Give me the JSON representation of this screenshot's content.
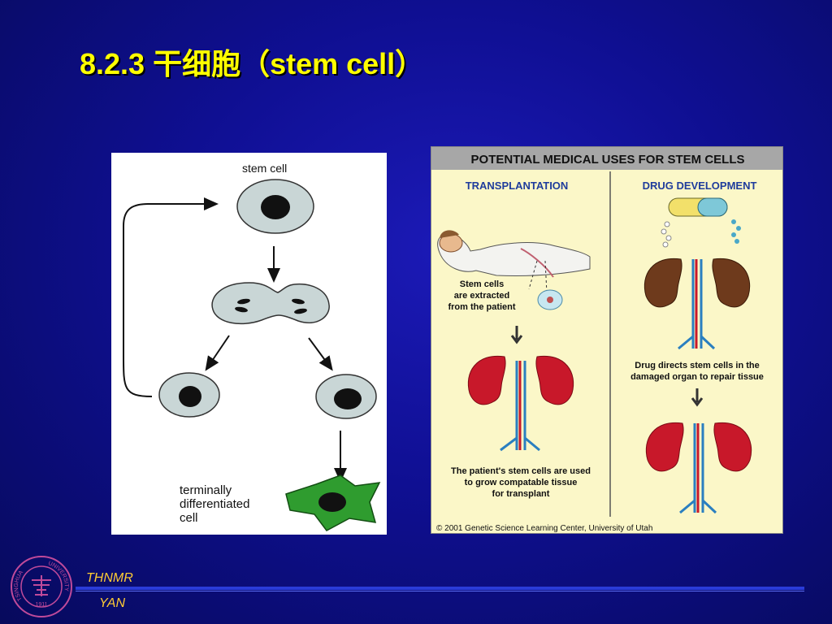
{
  "slide": {
    "title": "8.2.3  干细胞（stem cell）"
  },
  "left_figure": {
    "stem_cell_label": "stem cell",
    "terminal_label_1": "terminally",
    "terminal_label_2": "differentiated",
    "terminal_label_3": "cell"
  },
  "right_figure": {
    "header": "POTENTIAL MEDICAL USES FOR STEM CELLS",
    "col1_title": "TRANSPLANTATION",
    "col2_title": "DRUG DEVELOPMENT",
    "extract_1": "Stem cells",
    "extract_2": "are extracted",
    "extract_3": "from the patient",
    "grow_1": "The patient's stem cells are used",
    "grow_2": "to grow compatable tissue",
    "grow_3": "for transplant",
    "drug_1": "Drug directs stem cells in the",
    "drug_2": "damaged organ to repair tissue",
    "copyright": "© 2001 Genetic Science Learning Center, University of Utah"
  },
  "footer": {
    "line1": "THNMR",
    "line2": "YAN"
  },
  "logo": {
    "text_left": "TSINGHUA",
    "text_right": "UNIVERSITY",
    "year": "1911"
  },
  "colors": {
    "title": "#ffff00",
    "footer_text": "#ffcc33",
    "kidney_red": "#c8182a",
    "damaged_kidney": "#6e3a1c",
    "vein_blue": "#2a7fc0"
  }
}
